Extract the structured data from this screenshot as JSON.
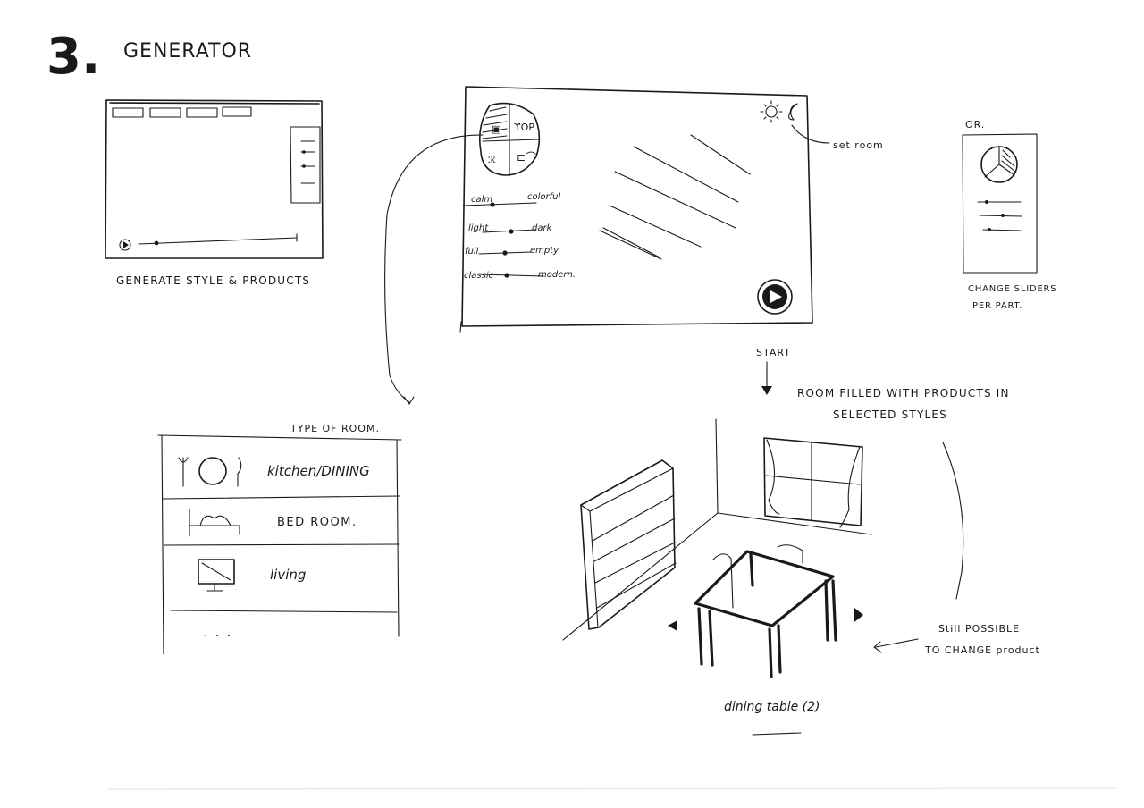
{
  "header": {
    "number": "3.",
    "title": "GENERATOR"
  },
  "sketch1": {
    "caption": "GENERATE STYLE & PRODUCTS"
  },
  "sketch2": {
    "sliders": [
      {
        "left": "calm",
        "right": "colorful"
      },
      {
        "left": "light",
        "right": "dark"
      },
      {
        "left": "full",
        "right": "empty."
      },
      {
        "left": "classic",
        "right": "modern."
      }
    ],
    "note_set_room": "set room",
    "note_start": "START",
    "note_room_filled": "ROOM FILLED WITH PRODUCTS IN",
    "note_room_filled_2": "SELECTED STYLES"
  },
  "sketch3": {
    "or_label": "OR.",
    "caption_line1": "CHANGE SLIDERS",
    "caption_line2": "PER PART."
  },
  "room_types": {
    "heading": "TYPE OF ROOM.",
    "items": [
      {
        "label": "kitchen/DINING",
        "icon": "cutlery-plate-icon"
      },
      {
        "label": "BED ROOM.",
        "icon": "bed-icon"
      },
      {
        "label": "living",
        "icon": "tv-icon"
      }
    ],
    "more": ". . ."
  },
  "room_scene": {
    "note_line1": "Still POSSIBLE",
    "note_line2": "TO CHANGE product",
    "product_label": "dining table (2)"
  }
}
